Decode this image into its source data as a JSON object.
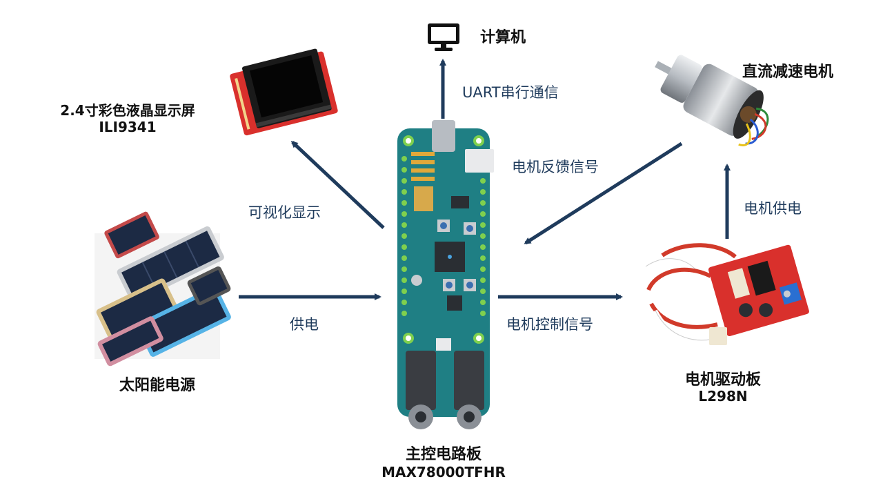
{
  "nodes": {
    "computer": {
      "title": "计算机",
      "icon": "monitor-icon"
    },
    "lcd": {
      "title": "2.4寸彩色液晶显示屏",
      "subtitle": "ILI9341"
    },
    "motor": {
      "title": "直流减速电机"
    },
    "solar": {
      "title": "太阳能电源"
    },
    "board": {
      "title": "主控电路板",
      "subtitle": "MAX78000TFHR"
    },
    "driver": {
      "title": "电机驱动板",
      "subtitle": "L298N"
    }
  },
  "edges": {
    "uart": "UART串行通信",
    "feedback": "电机反馈信号",
    "display": "可视化显示",
    "power": "供电",
    "control": "电机控制信号",
    "motor_power": "电机供电"
  },
  "colors": {
    "arrow": "#1f3b5c",
    "pcb": "#1f7f84",
    "lcd_red": "#d9302c"
  }
}
